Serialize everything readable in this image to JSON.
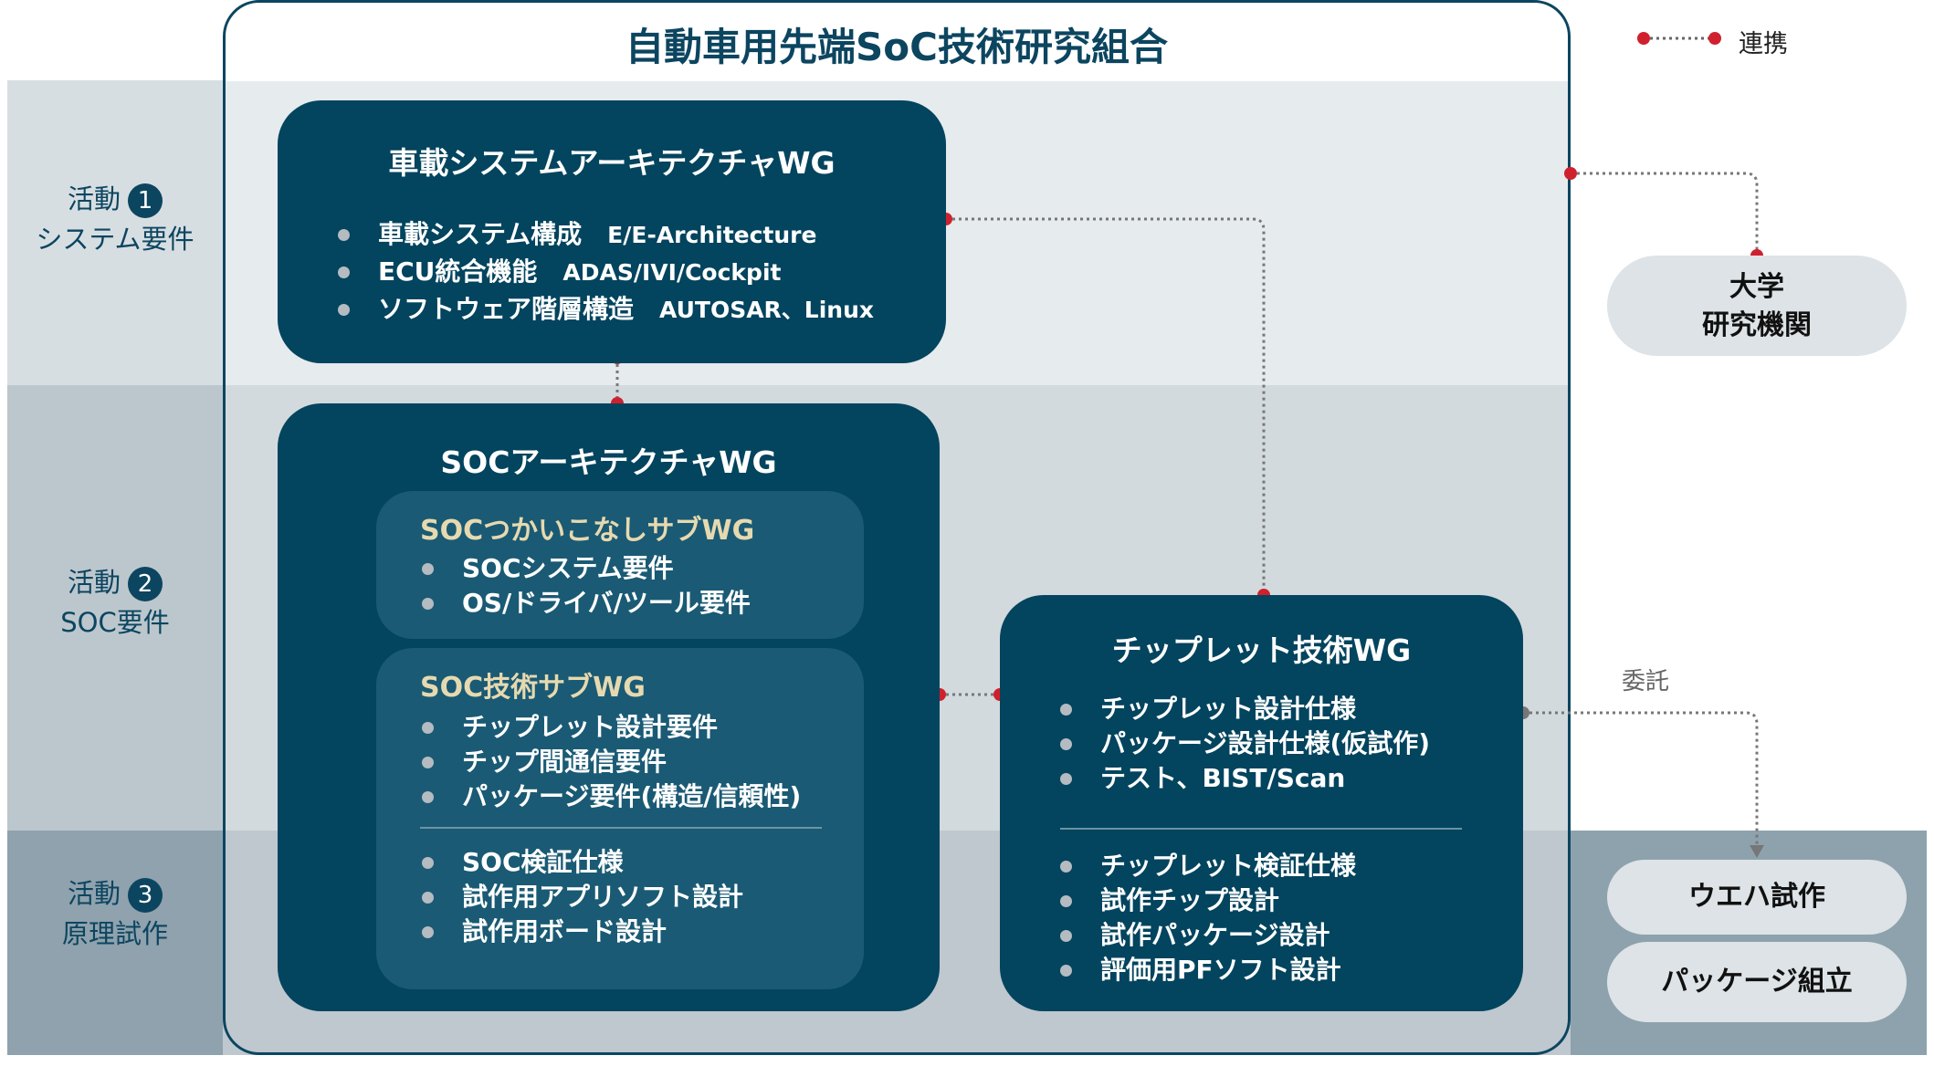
{
  "title": "自動車用先端SoC技術研究組合",
  "legend": {
    "label": "連携"
  },
  "activities": [
    {
      "label": "活動",
      "num": "1",
      "sub": "システム要件"
    },
    {
      "label": "活動",
      "num": "2",
      "sub": "SOC要件"
    },
    {
      "label": "活動",
      "num": "3",
      "sub": "原理試作"
    }
  ],
  "wg_system": {
    "title": "車載システムアーキテクチャWG",
    "items": [
      {
        "ja": "車載システム構成",
        "en": "E/E-Architecture"
      },
      {
        "ja": "ECU統合機能",
        "en": "ADAS/IVI/Cockpit"
      },
      {
        "ja": "ソフトウェア階層構造",
        "en": "AUTOSAR、Linux"
      }
    ]
  },
  "wg_soc": {
    "title": "SOCアーキテクチャWG",
    "sub1": {
      "title": "SOCつかいこなしサブWG",
      "items": [
        "SOCシステム要件",
        "OS/ドライバ/ツール要件"
      ]
    },
    "sub2": {
      "title": "SOC技術サブWG",
      "items": [
        "チップレット設計要件",
        "チップ間通信要件",
        "パッケージ要件(構造/信頼性)"
      ],
      "items2": [
        "SOC検証仕様",
        "試作用アプリソフト設計",
        "試作用ボード設計"
      ]
    }
  },
  "wg_chiplet": {
    "title": "チップレット技術WG",
    "items": [
      "チップレット設計仕様",
      "パッケージ設計仕様(仮試作)",
      "テスト、BIST/Scan"
    ],
    "items2": [
      "チップレット検証仕様",
      "試作チップ設計",
      "試作パッケージ設計",
      "評価用PFソフト設計"
    ]
  },
  "university": {
    "line1": "大学",
    "line2": "研究機関"
  },
  "itaku": "委託",
  "wafer": "ウエハ試作",
  "package_assembly": "パッケージ組立",
  "colors": {
    "primary": "#03445e",
    "connector": "#d0202e",
    "sub_title": "#e6d9b0"
  }
}
